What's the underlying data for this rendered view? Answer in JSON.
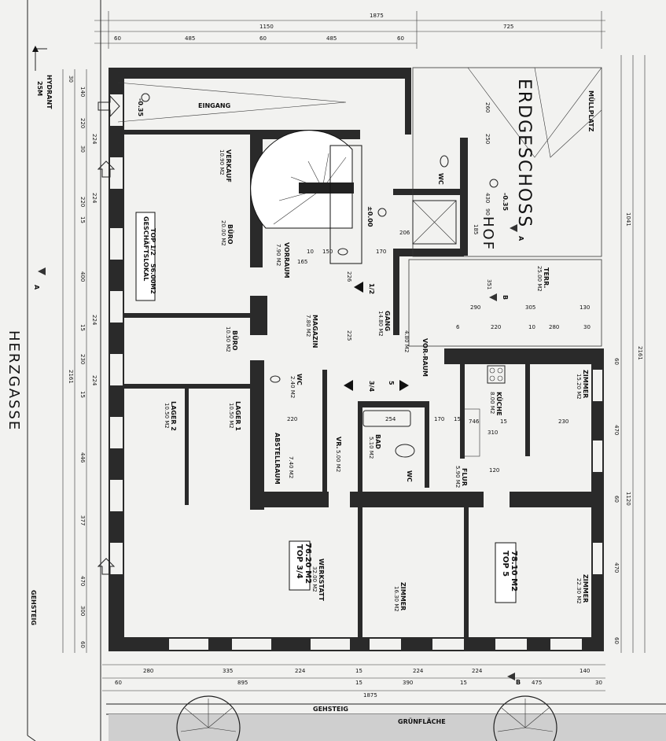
{
  "header": {
    "title": "ERDGESCHOSS"
  },
  "street": {
    "name": "HERZGASSE",
    "sidewalk_left": "GEHSTEIG",
    "sidewalk_bottom": "GEHSTEIG",
    "green": "GRÜNFLÄCHE",
    "hydrant": "HYDRANT",
    "hydrant_dist": "25M"
  },
  "courtyard": {
    "label": "HOF",
    "waste": "MÜLLPLATZ",
    "level": "-0.35"
  },
  "entrance": {
    "label": "EINGANG",
    "level": "-0.35"
  },
  "stair": {
    "level": "±0.00"
  },
  "sections": {
    "a": "A",
    "b": "B"
  },
  "units": [
    {
      "id": "geschaeft",
      "line1": "GESCHÄFTSLOKAL",
      "line2": "TOP 1/2",
      "area": "56.00M2"
    },
    {
      "id": "top34",
      "line1": "TOP 3/4",
      "area": "76.20 M2"
    },
    {
      "id": "top5",
      "line1": "TOP 5",
      "area": "78.10 M2"
    }
  ],
  "rooms": [
    {
      "id": "verkauf",
      "name": "VERKAUF",
      "area": "10.90 M2"
    },
    {
      "id": "buero1",
      "name": "BÜRO",
      "area": "20.00 M2"
    },
    {
      "id": "vorraum1",
      "name": "VORRAUM",
      "area": "7.90 M2"
    },
    {
      "id": "buero2",
      "name": "BÜRO",
      "area": "10.50 M2"
    },
    {
      "id": "magazin",
      "name": "MAGAZIN",
      "area": "7.80 M2"
    },
    {
      "id": "gang",
      "name": "GANG",
      "area": "14.80 M2"
    },
    {
      "id": "vorraum2",
      "name": "VOR-RAUM",
      "area": "4.80 M2"
    },
    {
      "id": "terr",
      "name": "TERR.",
      "area": "25.00 M2"
    },
    {
      "id": "wc1",
      "name": "WC",
      "area": "2.40 M2"
    },
    {
      "id": "lager2",
      "name": "LAGER 2",
      "area": "10.50 M2"
    },
    {
      "id": "lager1",
      "name": "LAGER 1",
      "area": "10.50 M2"
    },
    {
      "id": "abstellraum",
      "name": "ABSTELLRAUM",
      "area": "7.40 M2"
    },
    {
      "id": "vr",
      "name": "VR.",
      "area": "5.00 M2"
    },
    {
      "id": "bad",
      "name": "BAD",
      "area": "5.10 M2"
    },
    {
      "id": "flur",
      "name": "FLUR",
      "area": "5.90 M2"
    },
    {
      "id": "kueche",
      "name": "KÜCHE",
      "area": "8.00 M2"
    },
    {
      "id": "zimmer1",
      "name": "ZIMMER",
      "area": "15.20 M2"
    },
    {
      "id": "werkstatt",
      "name": "WERKSTATT",
      "area": "32.00 M2"
    },
    {
      "id": "zimmer2",
      "name": "ZIMMER",
      "area": "16.30 M2"
    },
    {
      "id": "zimmer3",
      "name": "ZIMMER",
      "area": "22.30 M2"
    },
    {
      "id": "wc2",
      "name": "WC",
      "area": ""
    },
    {
      "id": "wc3",
      "name": "WC",
      "area": ""
    }
  ],
  "dims": {
    "total": "1875",
    "top_a": "1150",
    "top_b": "725",
    "top_parts": [
      "60",
      "485",
      "60",
      "485",
      "60"
    ],
    "bottom_parts": [
      "280",
      "335",
      "224",
      "15",
      "224",
      "224",
      "140",
      "30"
    ],
    "bottom_mid": [
      "60",
      "895",
      "15",
      "390",
      "15",
      "475"
    ],
    "left_parts": [
      "30",
      "140",
      "220",
      "30",
      "224",
      "220",
      "15",
      "224",
      "400",
      "15",
      "224",
      "230",
      "15",
      "224",
      "446",
      "377",
      "470",
      "300",
      "60"
    ],
    "right_total": "2161",
    "right_a": "1041",
    "right_b": "1120",
    "right_parts": [
      "60",
      "470",
      "60",
      "470",
      "60"
    ],
    "left_total": "2161",
    "inner": [
      "10",
      "150",
      "165",
      "170",
      "226",
      "225",
      "254",
      "220",
      "170",
      "15",
      "746",
      "310",
      "15",
      "230",
      "120",
      "351",
      "290",
      "305",
      "130",
      "220",
      "10",
      "280",
      "30",
      "6",
      "185",
      "206",
      "430",
      "90",
      "250",
      "260",
      "1/2",
      "3/4",
      "5"
    ]
  }
}
